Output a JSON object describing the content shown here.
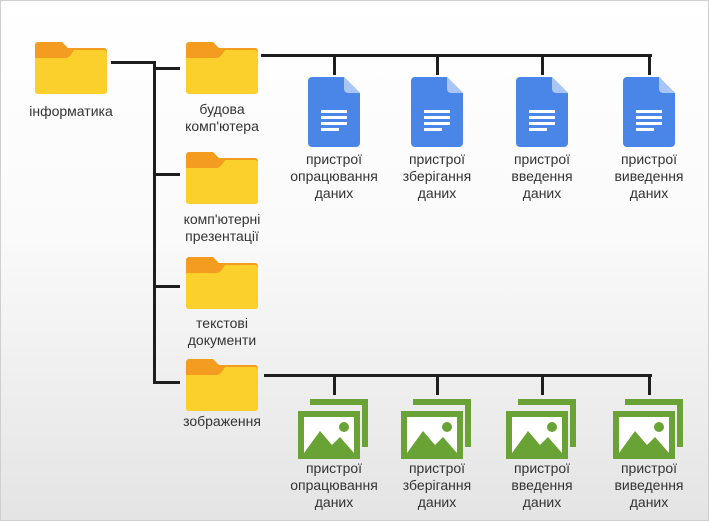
{
  "root": {
    "label": "інформатика"
  },
  "folders": [
    {
      "label": "будова комп'ютера",
      "icon": "folder-icon"
    },
    {
      "label": "комп'ютерні презентації",
      "icon": "folder-icon"
    },
    {
      "label": "текстові документи",
      "icon": "folder-icon"
    },
    {
      "label": "зображення",
      "icon": "folder-icon"
    }
  ],
  "documents": [
    {
      "label": "пристрої опрацювання даних",
      "icon": "document-icon"
    },
    {
      "label": "пристрої зберігання даних",
      "icon": "document-icon"
    },
    {
      "label": "пристрої введення даних",
      "icon": "document-icon"
    },
    {
      "label": "пристрої виведення даних",
      "icon": "document-icon"
    }
  ],
  "images": [
    {
      "label": "пристрої опрацювання даних",
      "icon": "image-icon"
    },
    {
      "label": "пристрої зберігання даних",
      "icon": "image-icon"
    },
    {
      "label": "пристрої введення даних",
      "icon": "image-icon"
    },
    {
      "label": "пристрої виведення даних",
      "icon": "image-icon"
    }
  ],
  "colors": {
    "folder": "#fcd02c",
    "folder_tab": "#f39c1f",
    "doc": "#4a86e8",
    "image": "#6aa335",
    "line": "#1e1e1e"
  }
}
